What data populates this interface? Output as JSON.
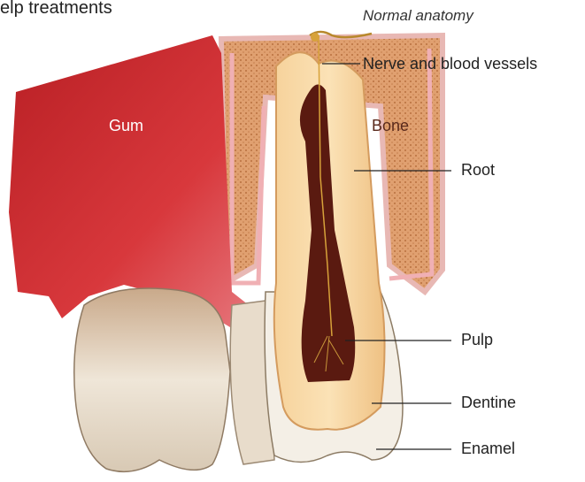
{
  "heading": "elp treatments",
  "subtitle": "Normal anatomy",
  "labels": {
    "nerve": "Nerve and blood vessels",
    "gum": "Gum",
    "bone": "Bone",
    "root": "Root",
    "pulp": "Pulp",
    "dentine": "Dentine",
    "enamel": "Enamel"
  },
  "colors": {
    "gum": "#c9262b",
    "bone": "#d9a06e",
    "dentine": "#f2c88e",
    "pulp": "#5a1a10",
    "enamel": "#f1ece2"
  }
}
